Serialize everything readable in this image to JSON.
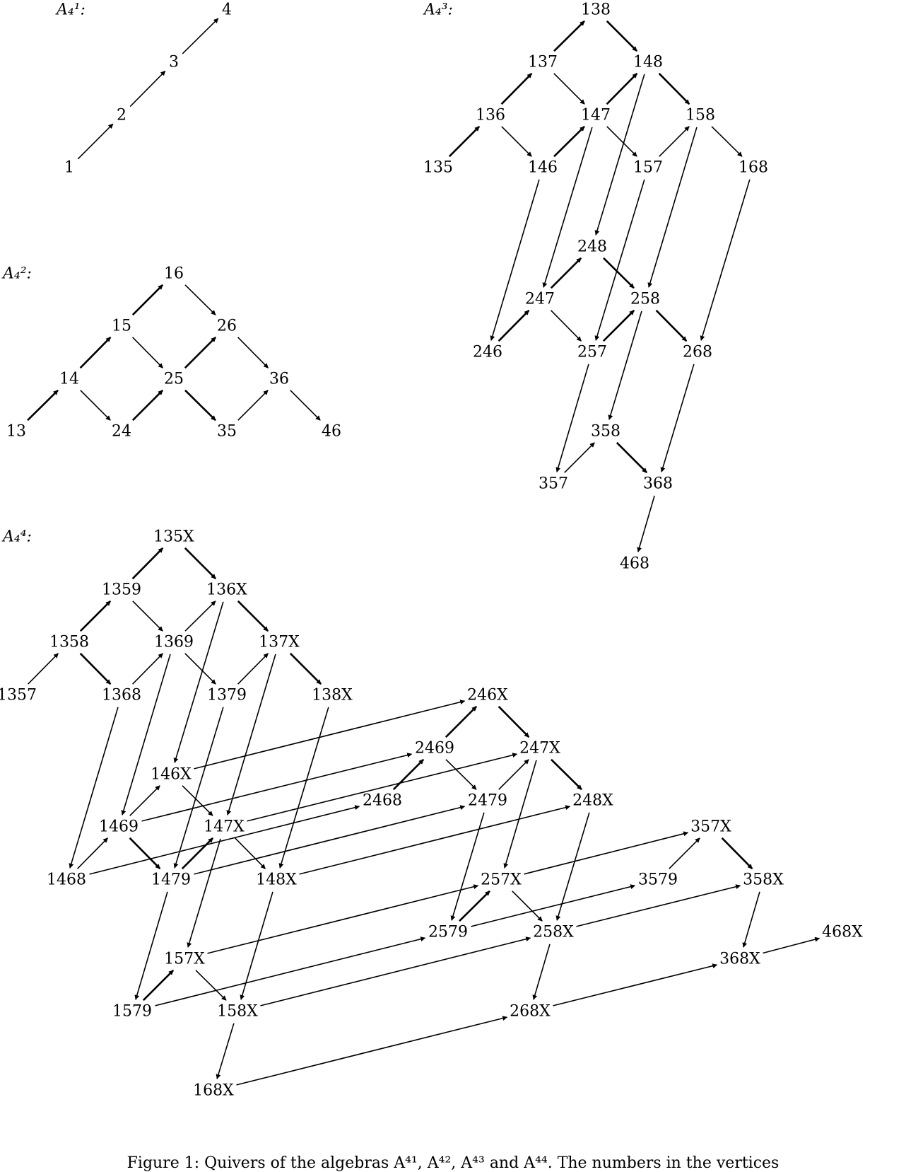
{
  "caption": "Figure 1: Quivers of the algebras A⁴¹, A⁴², A⁴³ and A⁴⁴. The numbers in the vertices",
  "quivers": [
    {
      "label": "A₄¹:",
      "vertices": [
        "1",
        "2",
        "3",
        "4"
      ],
      "arrows": [
        [
          "1",
          "2"
        ],
        [
          "2",
          "3"
        ],
        [
          "3",
          "4"
        ]
      ]
    },
    {
      "label": "A₄²:",
      "vertices": [
        "13",
        "14",
        "15",
        "16",
        "24",
        "25",
        "26",
        "35",
        "36",
        "46"
      ],
      "arrows": [
        [
          "13",
          "14"
        ],
        [
          "14",
          "15"
        ],
        [
          "15",
          "16"
        ],
        [
          "16",
          "26"
        ],
        [
          "14",
          "24"
        ],
        [
          "24",
          "25"
        ],
        [
          "15",
          "25"
        ],
        [
          "25",
          "26"
        ],
        [
          "25",
          "35"
        ],
        [
          "35",
          "36"
        ],
        [
          "26",
          "36"
        ],
        [
          "36",
          "46"
        ]
      ]
    },
    {
      "label": "A₄³:",
      "vertices": [
        "135",
        "136",
        "137",
        "138",
        "146",
        "147",
        "148",
        "157",
        "158",
        "168",
        "246",
        "247",
        "248",
        "257",
        "258",
        "268",
        "357",
        "358",
        "368",
        "468"
      ],
      "arrows": [
        [
          "135",
          "136"
        ],
        [
          "136",
          "137"
        ],
        [
          "137",
          "138"
        ],
        [
          "138",
          "148"
        ],
        [
          "137",
          "147"
        ],
        [
          "147",
          "148"
        ],
        [
          "148",
          "158"
        ],
        [
          "136",
          "146"
        ],
        [
          "146",
          "147"
        ],
        [
          "147",
          "157"
        ],
        [
          "157",
          "158"
        ],
        [
          "158",
          "168"
        ],
        [
          "146",
          "246"
        ],
        [
          "147",
          "247"
        ],
        [
          "148",
          "248"
        ],
        [
          "157",
          "257"
        ],
        [
          "158",
          "258"
        ],
        [
          "168",
          "268"
        ],
        [
          "246",
          "247"
        ],
        [
          "247",
          "248"
        ],
        [
          "248",
          "258"
        ],
        [
          "247",
          "257"
        ],
        [
          "257",
          "258"
        ],
        [
          "258",
          "268"
        ],
        [
          "257",
          "357"
        ],
        [
          "258",
          "358"
        ],
        [
          "268",
          "368"
        ],
        [
          "357",
          "358"
        ],
        [
          "358",
          "368"
        ],
        [
          "368",
          "468"
        ]
      ]
    },
    {
      "label": "A₄⁴:",
      "vertices": [
        "1357",
        "1358",
        "1359",
        "135X",
        "1368",
        "1369",
        "136X",
        "1379",
        "137X",
        "138X",
        "1468",
        "1469",
        "146X",
        "1479",
        "147X",
        "148X",
        "1579",
        "157X",
        "158X",
        "168X",
        "2468",
        "2469",
        "246X",
        "2479",
        "247X",
        "248X",
        "2579",
        "257X",
        "258X",
        "268X",
        "3579",
        "357X",
        "358X",
        "368X",
        "468X"
      ],
      "arrows": [
        [
          "1357",
          "1358"
        ],
        [
          "1358",
          "1359"
        ],
        [
          "1359",
          "135X"
        ],
        [
          "135X",
          "136X"
        ],
        [
          "1358",
          "1368"
        ],
        [
          "1368",
          "1369"
        ],
        [
          "1369",
          "136X"
        ],
        [
          "1359",
          "1369"
        ],
        [
          "136X",
          "137X"
        ],
        [
          "1369",
          "1379"
        ],
        [
          "1379",
          "137X"
        ],
        [
          "137X",
          "138X"
        ],
        [
          "136X",
          "146X"
        ],
        [
          "1369",
          "1469"
        ],
        [
          "1368",
          "1468"
        ],
        [
          "1379",
          "1479"
        ],
        [
          "137X",
          "147X"
        ],
        [
          "138X",
          "148X"
        ],
        [
          "1468",
          "1469"
        ],
        [
          "1469",
          "146X"
        ],
        [
          "146X",
          "147X"
        ],
        [
          "1469",
          "1479"
        ],
        [
          "1479",
          "147X"
        ],
        [
          "147X",
          "148X"
        ],
        [
          "1479",
          "1579"
        ],
        [
          "147X",
          "157X"
        ],
        [
          "148X",
          "158X"
        ],
        [
          "1579",
          "157X"
        ],
        [
          "157X",
          "158X"
        ],
        [
          "158X",
          "168X"
        ],
        [
          "146X",
          "246X"
        ],
        [
          "1469",
          "2469"
        ],
        [
          "1468",
          "2468"
        ],
        [
          "147X",
          "247X"
        ],
        [
          "1479",
          "2479"
        ],
        [
          "148X",
          "248X"
        ],
        [
          "157X",
          "257X"
        ],
        [
          "1579",
          "2579"
        ],
        [
          "158X",
          "258X"
        ],
        [
          "168X",
          "268X"
        ],
        [
          "2468",
          "2469"
        ],
        [
          "2469",
          "246X"
        ],
        [
          "246X",
          "247X"
        ],
        [
          "2469",
          "2479"
        ],
        [
          "2479",
          "247X"
        ],
        [
          "247X",
          "248X"
        ],
        [
          "2479",
          "2579"
        ],
        [
          "247X",
          "257X"
        ],
        [
          "248X",
          "258X"
        ],
        [
          "2579",
          "257X"
        ],
        [
          "257X",
          "258X"
        ],
        [
          "258X",
          "268X"
        ],
        [
          "257X",
          "357X"
        ],
        [
          "2579",
          "3579"
        ],
        [
          "258X",
          "358X"
        ],
        [
          "268X",
          "368X"
        ],
        [
          "3579",
          "357X"
        ],
        [
          "357X",
          "358X"
        ],
        [
          "358X",
          "368X"
        ],
        [
          "368X",
          "468X"
        ]
      ]
    }
  ]
}
